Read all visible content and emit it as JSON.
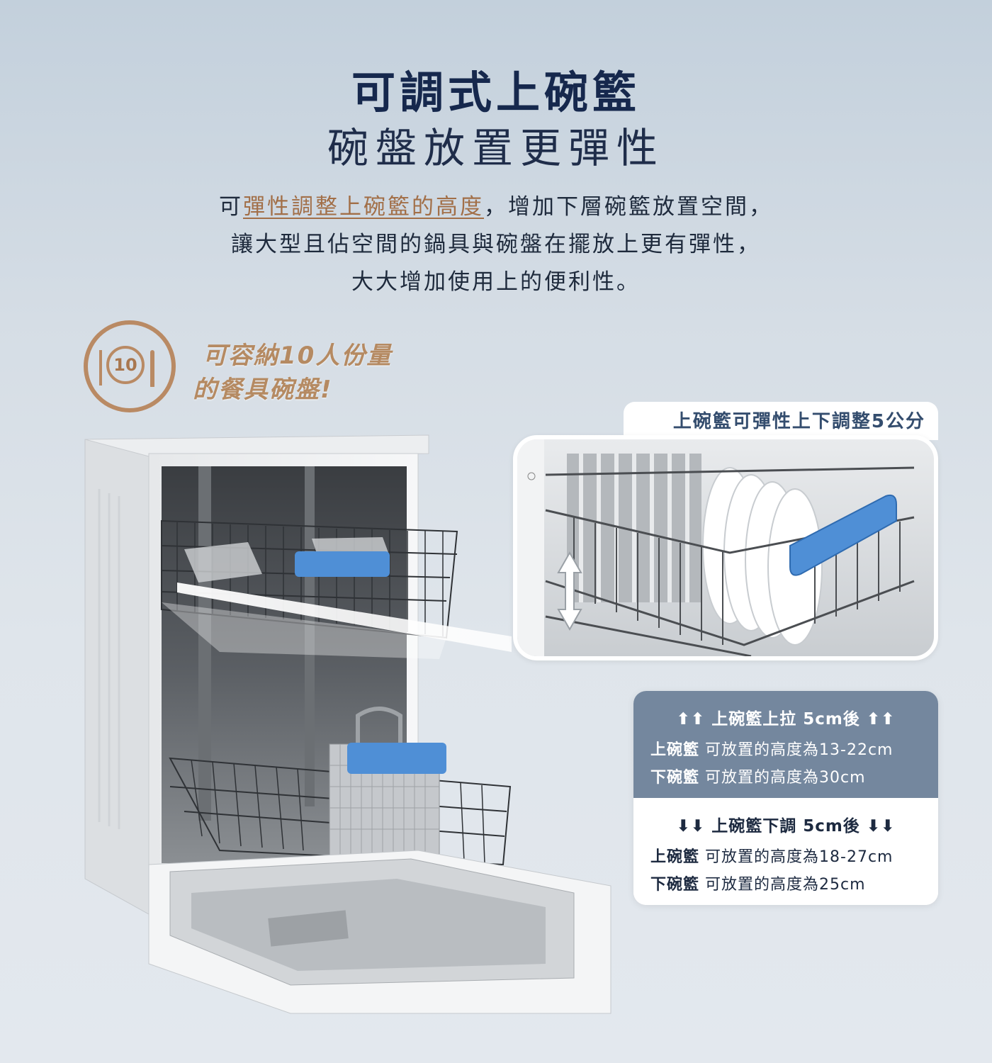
{
  "header": {
    "title": "可調式上碗籃",
    "subtitle": "碗盤放置更彈性"
  },
  "description": {
    "line1_prefix": "可",
    "line1_highlight": "彈性調整上碗籃的高度",
    "line1_suffix": "，增加下層碗籃放置空間，",
    "line2": "讓大型且佔空間的鍋具與碗盤在擺放上更有彈性，",
    "line3": "大大增加使用上的便利性。"
  },
  "badge": {
    "icon": "plate-cutlery-icon",
    "number": "10",
    "line1": "可容納10人份量",
    "line2": "的餐具碗盤!",
    "color": "#b98a64"
  },
  "zoom": {
    "label": "上碗籃可彈性上下調整5公分"
  },
  "info": {
    "up": {
      "arrows_left": "⬆⬆",
      "heading": "上碗籃上拉 5cm後",
      "arrows_right": "⬆⬆",
      "upper_label": "上碗籃",
      "upper_text": "可放置的高度為13-22cm",
      "lower_label": "下碗籃",
      "lower_text": "可放置的高度為30cm",
      "bg": "#74879e"
    },
    "down": {
      "arrows_left": "⬇⬇",
      "heading": "上碗籃下調 5cm後",
      "arrows_right": "⬇⬇",
      "upper_label": "上碗籃",
      "upper_text": "可放置的高度為18-27cm",
      "lower_label": "下碗籃",
      "lower_text": "可放置的高度為25cm"
    }
  },
  "colors": {
    "title": "#16284d",
    "highlight": "#a26f48",
    "basket_handle": "#4f8fd6"
  }
}
